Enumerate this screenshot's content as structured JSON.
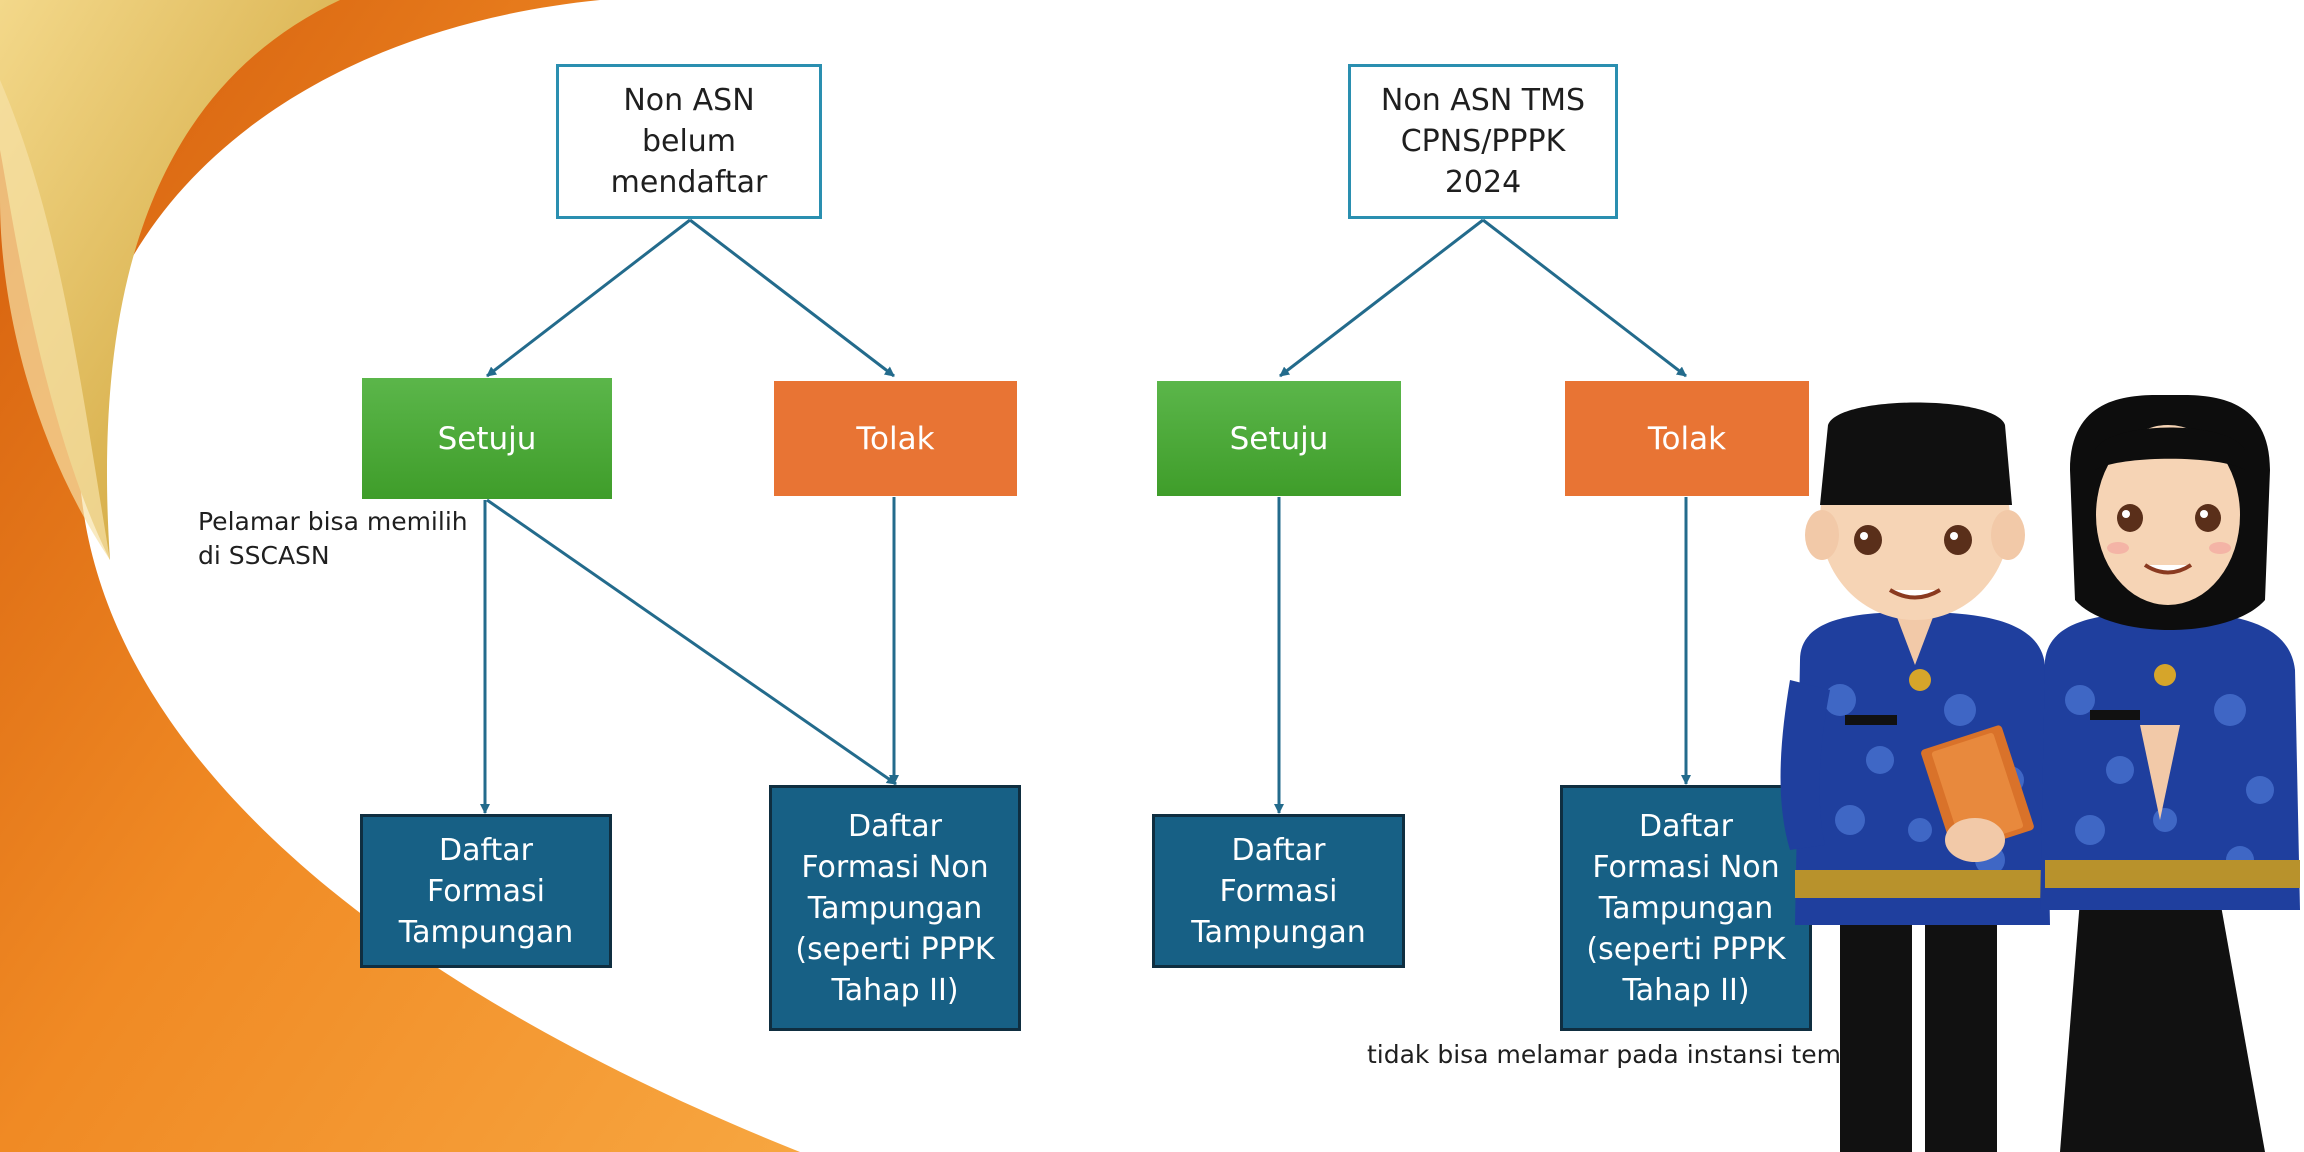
{
  "left_tree": {
    "root": "Non ASN\nbelum\nmendaftar",
    "approve": "Setuju",
    "reject": "Tolak",
    "approve_note": "Pelamar bisa memilih\n di SSCASN",
    "formasi_tampungan": "Daftar\nFormasi\nTampungan",
    "formasi_non_tampungan": "Daftar\nFormasi Non\nTampungan\n(seperti PPPK\nTahap II)"
  },
  "right_tree": {
    "root": "Non ASN TMS\nCPNS/PPPK\n2024",
    "approve": "Setuju",
    "reject": "Tolak",
    "formasi_tampungan": "Daftar\nFormasi\nTampungan",
    "formasi_non_tampungan": "Daftar\nFormasi Non\nTampungan\n(seperti PPPK\nTahap II)",
    "reject_note": "tidak bisa melamar pada instansi tempat p"
  },
  "colors": {
    "outline_border": "#2a8fb0",
    "approve_green": "#4aaa37",
    "reject_orange": "#e87434",
    "result_navy": "#176085",
    "arrow": "#236b8c",
    "swoosh_orange": "#f08a24",
    "swoosh_gold": "#e0b040"
  },
  "illustration": {
    "figures": [
      "asn-man-figure",
      "asn-woman-figure"
    ],
    "icons": [
      "folder-icon"
    ]
  }
}
